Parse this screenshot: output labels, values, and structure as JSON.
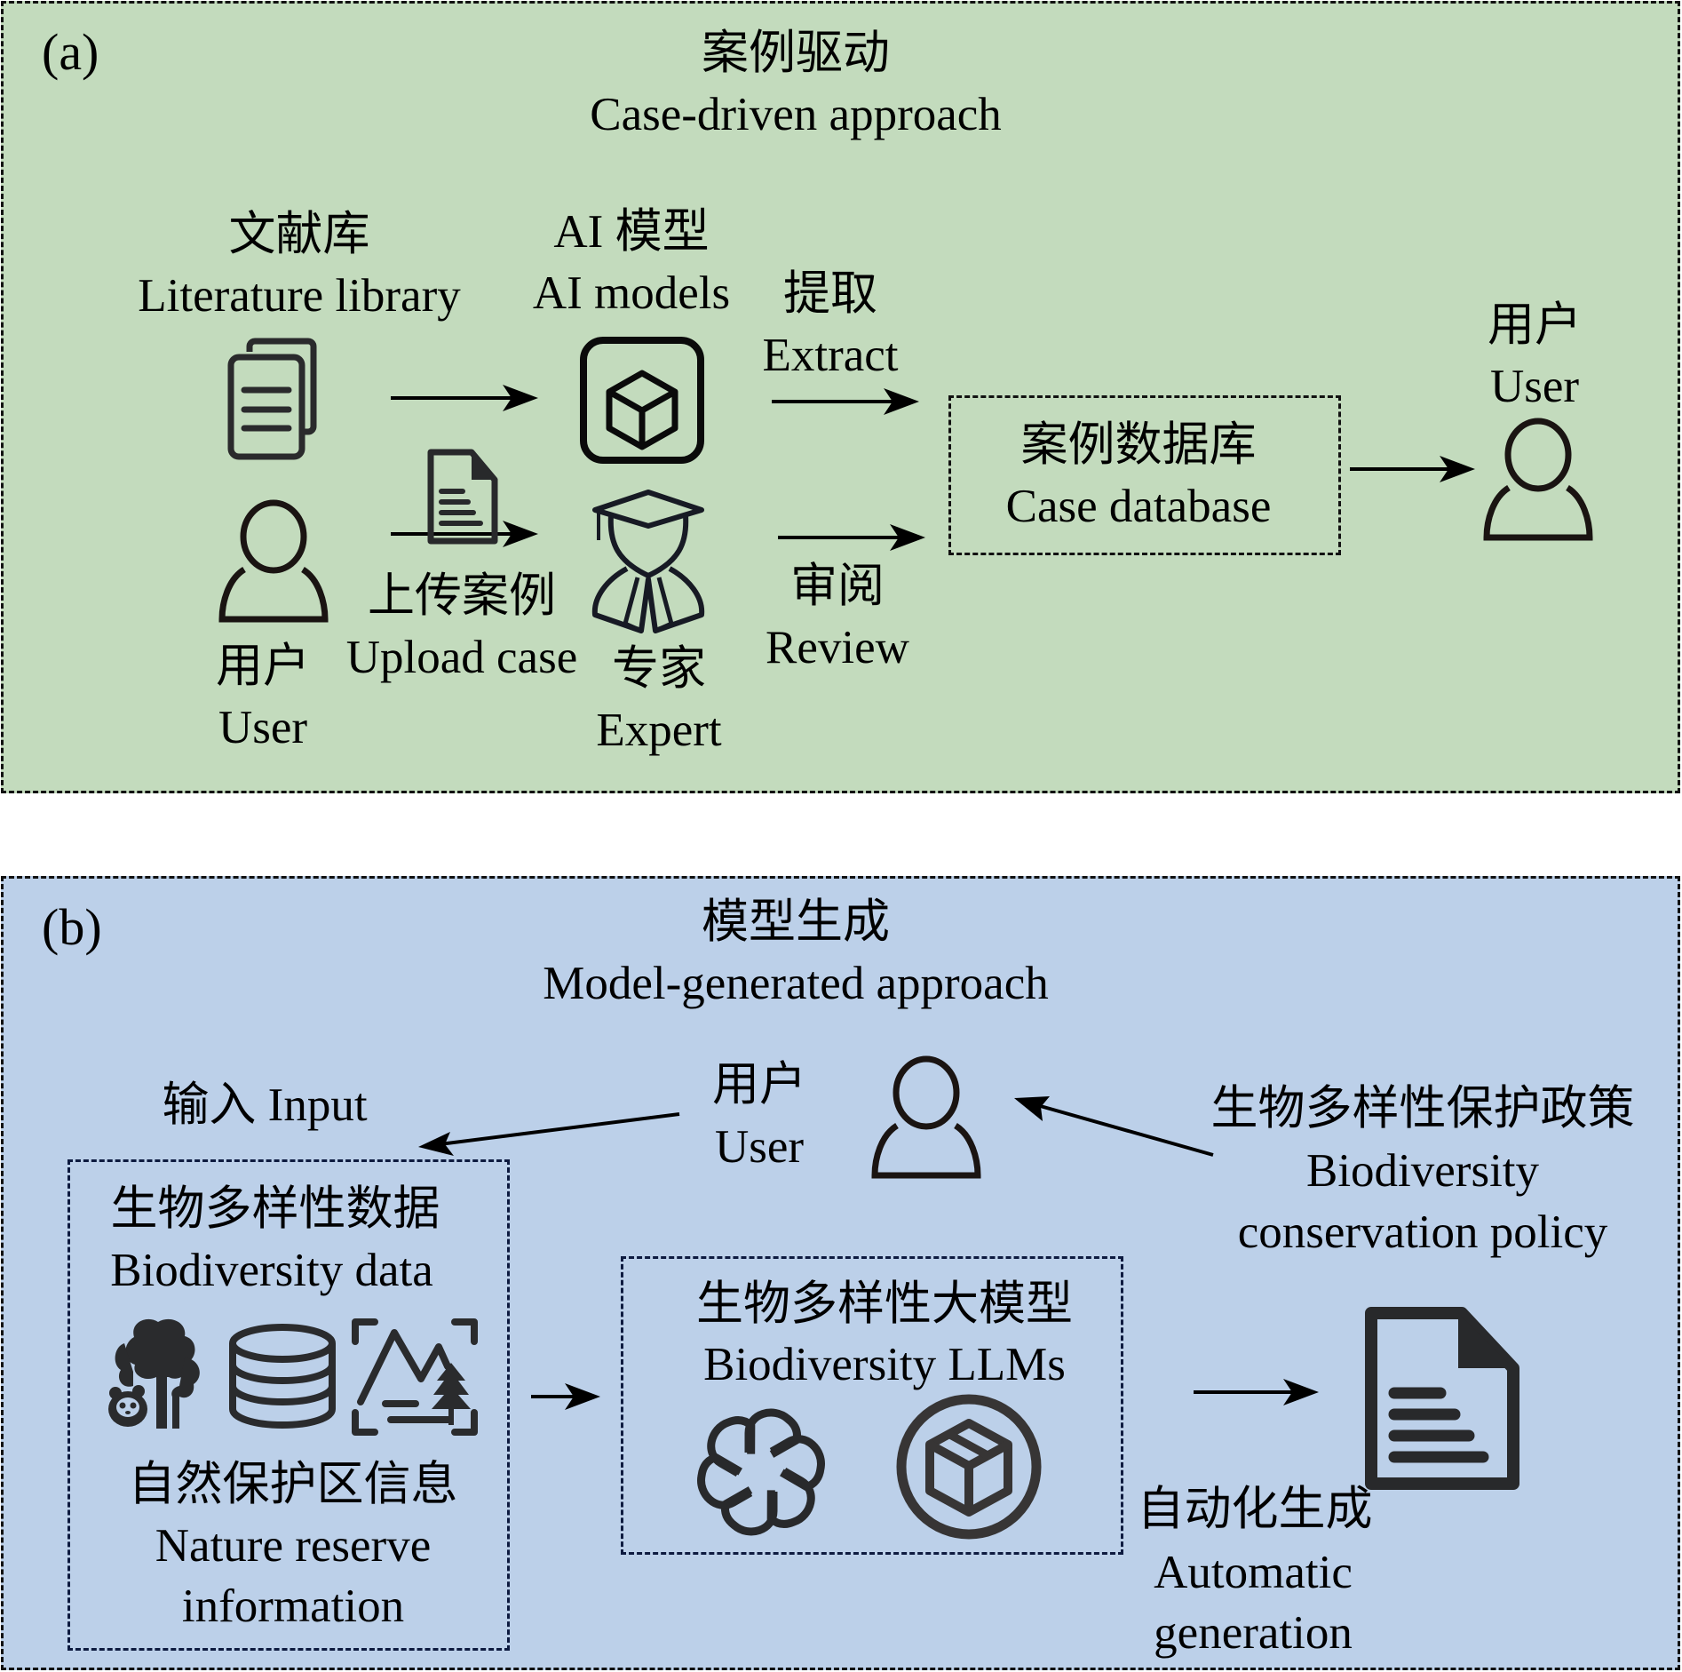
{
  "panel_a": {
    "label": "(a)",
    "title_zh": "案例驱动",
    "title_en": "Case-driven approach",
    "literature": {
      "zh": "文献库",
      "en": "Literature library",
      "icon": "documents-icon"
    },
    "ai_models": {
      "zh": "AI 模型",
      "en": "AI models",
      "icon": "cube-box-icon"
    },
    "extract": {
      "zh": "提取",
      "en": "Extract"
    },
    "review": {
      "zh": "审阅",
      "en": "Review"
    },
    "user_left": {
      "zh": "用户",
      "en": "User",
      "icon": "user-icon"
    },
    "upload": {
      "zh": "上传案例",
      "en": "Upload case",
      "icon": "document-icon"
    },
    "expert": {
      "zh": "专家",
      "en": "Expert",
      "icon": "graduate-expert-icon"
    },
    "case_database": {
      "zh": "案例数据库",
      "en": "Case database"
    },
    "user_right": {
      "zh": "用户",
      "en": "User",
      "icon": "user-icon"
    },
    "bg_color": "#c3dbbd"
  },
  "panel_b": {
    "label": "(b)",
    "title_zh": "模型生成",
    "title_en": "Model-generated approach",
    "input": "输入 Input",
    "user": {
      "zh": "用户",
      "en": "User",
      "icon": "user-icon"
    },
    "policy": {
      "zh": "生物多样性保护政策",
      "en_line1": "Biodiversity",
      "en_line2": "conservation policy"
    },
    "bio_data": {
      "zh": "生物多样性数据",
      "en": "Biodiversity data",
      "icons": [
        "tree-panda-icon",
        "database-icon",
        "mountain-landscape-icon"
      ]
    },
    "nature_reserve": {
      "zh": "自然保护区信息",
      "en_line1": "Nature reserve",
      "en_line2": "information"
    },
    "llms": {
      "zh": "生物多样性大模型",
      "en": "Biodiversity LLMs",
      "icons": [
        "openai-logo-icon",
        "package-circle-icon"
      ]
    },
    "auto_gen": {
      "zh": "自动化生成",
      "en_line1": "Automatic",
      "en_line2": "generation",
      "icon": "document-icon"
    },
    "bg_color": "#bcd0e9"
  }
}
